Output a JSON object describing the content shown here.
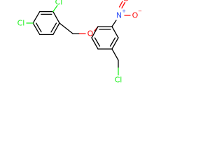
{
  "molecule": {
    "atoms": {
      "cl_ring_a_para": {
        "symbol": "Cl",
        "color": "#1ff01f"
      },
      "cl_ring_a_ortho": {
        "symbol": "Cl",
        "color": "#1ff01f"
      },
      "ether_o": {
        "symbol": "O",
        "color": "#ff0d0d"
      },
      "nitro_n": {
        "symbol": "N",
        "charge": "+",
        "color": "#3050f8"
      },
      "nitro_o_double": {
        "symbol": "O",
        "color": "#ff0d0d"
      },
      "nitro_o_single": {
        "symbol": "O",
        "charge": "−",
        "color": "#ff0d0d"
      },
      "cl_chloromethyl": {
        "symbol": "Cl",
        "color": "#1ff01f"
      }
    }
  }
}
